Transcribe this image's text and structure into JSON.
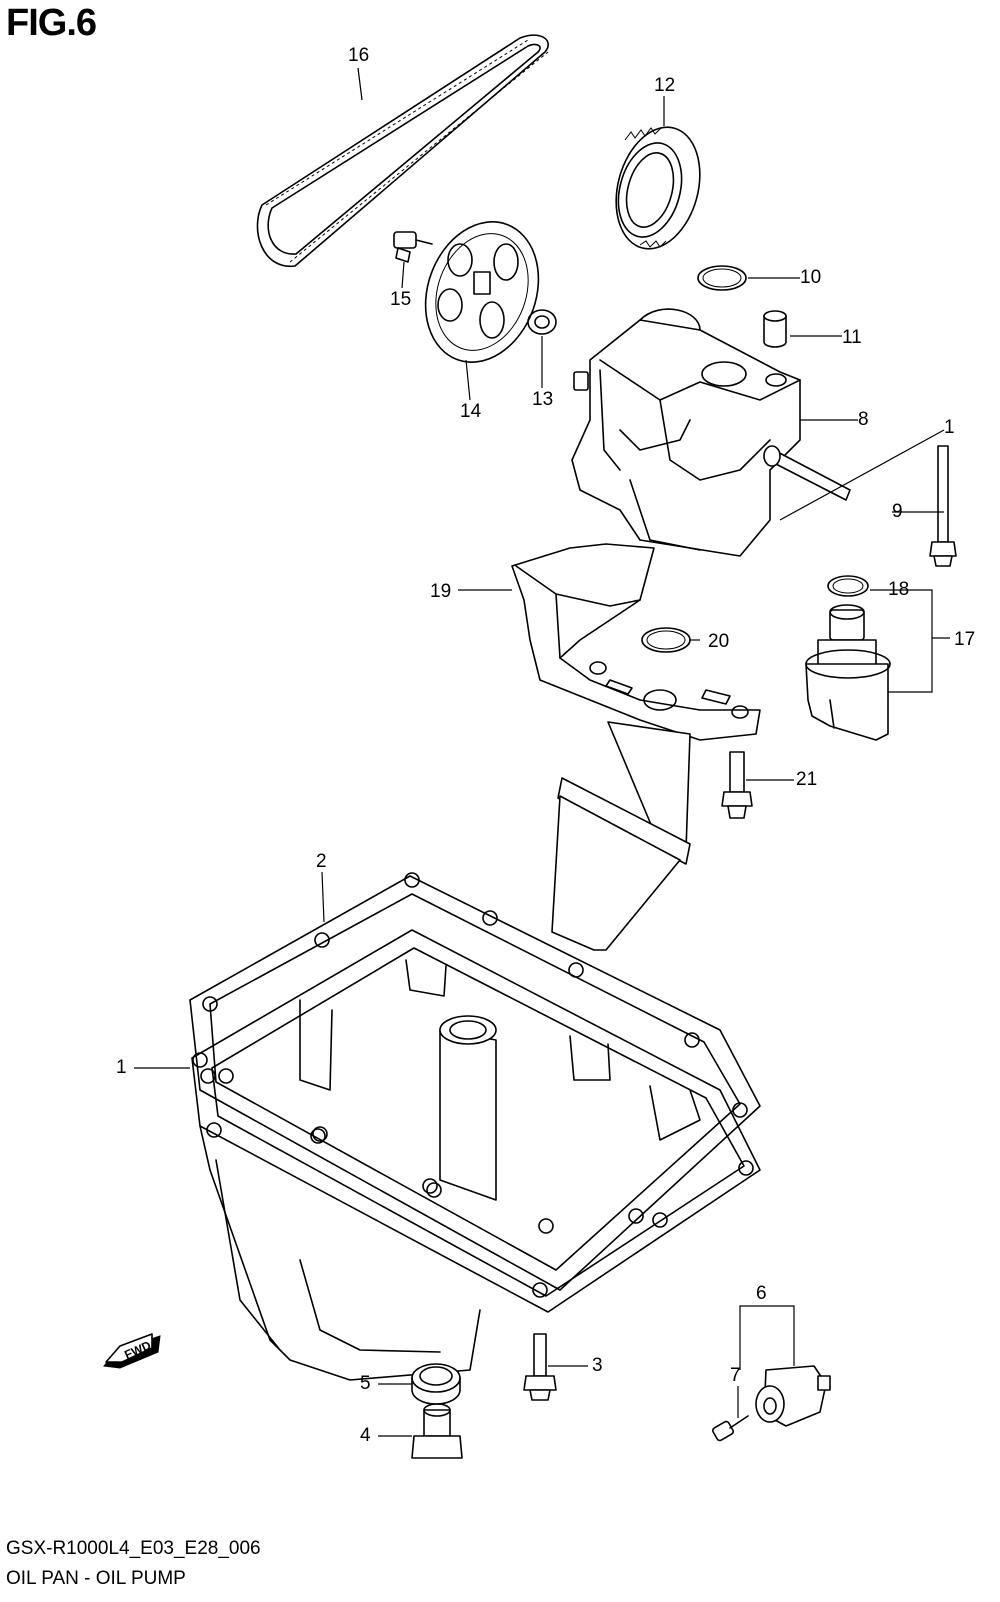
{
  "figure": {
    "title": "FIG.6"
  },
  "callouts": [
    {
      "id": "1",
      "label": "1"
    },
    {
      "id": "2",
      "label": "2"
    },
    {
      "id": "3",
      "label": "3"
    },
    {
      "id": "4",
      "label": "4"
    },
    {
      "id": "5",
      "label": "5"
    },
    {
      "id": "6",
      "label": "6"
    },
    {
      "id": "7",
      "label": "7"
    },
    {
      "id": "8",
      "label": "8"
    },
    {
      "id": "9",
      "label": "9"
    },
    {
      "id": "10",
      "label": "10"
    },
    {
      "id": "11",
      "label": "11"
    },
    {
      "id": "12",
      "label": "12"
    },
    {
      "id": "13",
      "label": "13"
    },
    {
      "id": "14",
      "label": "14"
    },
    {
      "id": "15",
      "label": "15"
    },
    {
      "id": "16",
      "label": "16"
    },
    {
      "id": "17",
      "label": "17"
    },
    {
      "id": "18",
      "label": "18"
    },
    {
      "id": "19",
      "label": "19"
    },
    {
      "id": "20",
      "label": "20"
    },
    {
      "id": "21",
      "label": "21"
    }
  ],
  "direction_badge": {
    "text": "FWD",
    "icon": "fwd-arrow-icon"
  },
  "footer": {
    "code": "GSX-R1000L4_E03_E28_006",
    "name": "OIL PAN - OIL PUMP"
  }
}
